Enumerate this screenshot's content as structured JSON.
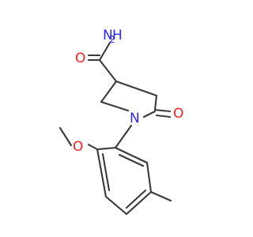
{
  "molecule": {
    "atom_labels": {
      "amine_n": "N",
      "amine_h2": "H",
      "amide_o": "O",
      "ring_n": "N",
      "ketone_o": "O",
      "methoxy_o": "O"
    },
    "colors": {
      "bond": "#3a3a3a",
      "nitrogen": "#2a2aff",
      "oxygen": "#ff1a1a"
    }
  }
}
